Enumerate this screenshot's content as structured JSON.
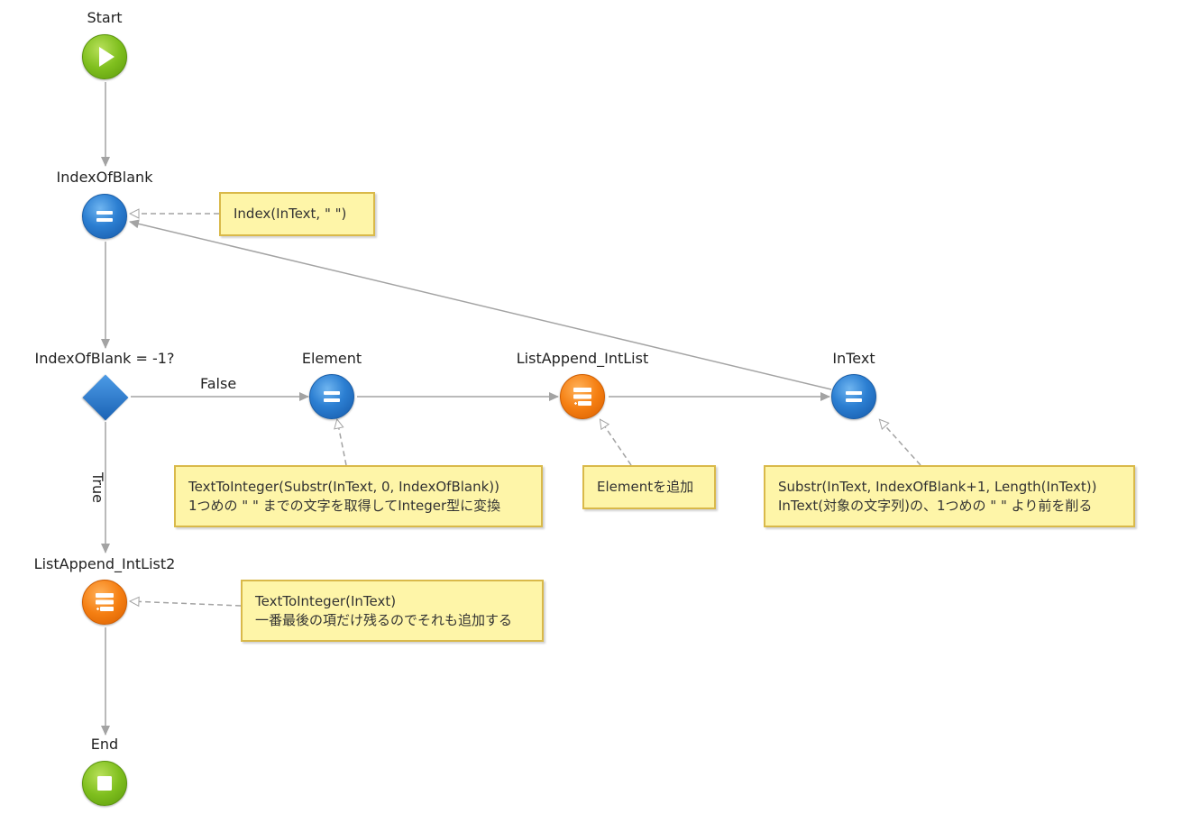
{
  "nodes": {
    "start": {
      "label": "Start",
      "type": "terminal-start",
      "icon": "play-icon"
    },
    "index_of_blank": {
      "label": "IndexOfBlank",
      "type": "assign",
      "icon": "equals-icon"
    },
    "decision": {
      "label": "IndexOfBlank = -1?",
      "type": "decision",
      "icon": "diamond-icon"
    },
    "element": {
      "label": "Element",
      "type": "assign",
      "icon": "equals-icon"
    },
    "list_append": {
      "label": "ListAppend_IntList",
      "type": "list-append",
      "icon": "list-append-icon"
    },
    "intext": {
      "label": "InText",
      "type": "assign",
      "icon": "equals-icon"
    },
    "list_append2": {
      "label": "ListAppend_IntList2",
      "type": "list-append",
      "icon": "list-append-icon"
    },
    "end": {
      "label": "End",
      "type": "terminal-end",
      "icon": "stop-icon"
    }
  },
  "edges": {
    "false_label": "False",
    "true_label": "True"
  },
  "notes": {
    "index": {
      "line1": "Index(InText, \" \")"
    },
    "element": {
      "line1": "TextToInteger(Substr(InText, 0, IndexOfBlank))",
      "line2": "1つめの \" \" までの文字を取得してInteger型に変換"
    },
    "list_append": {
      "line1": "Elementを追加"
    },
    "intext": {
      "line1": "Substr(InText, IndexOfBlank+1, Length(InText))",
      "line2": "InText(対象の文字列)の、1つめの \" \" より前を削る"
    },
    "list_append2": {
      "line1": "TextToInteger(InText)",
      "line2": "一番最後の項だけ残るのでそれも追加する"
    }
  },
  "colors": {
    "assign": "#2c7fd2",
    "list_append": "#f57f12",
    "terminal": "#7fbf1e",
    "note_fill": "#fef5a8",
    "note_border": "#d9b94a",
    "connector": "#999999"
  }
}
